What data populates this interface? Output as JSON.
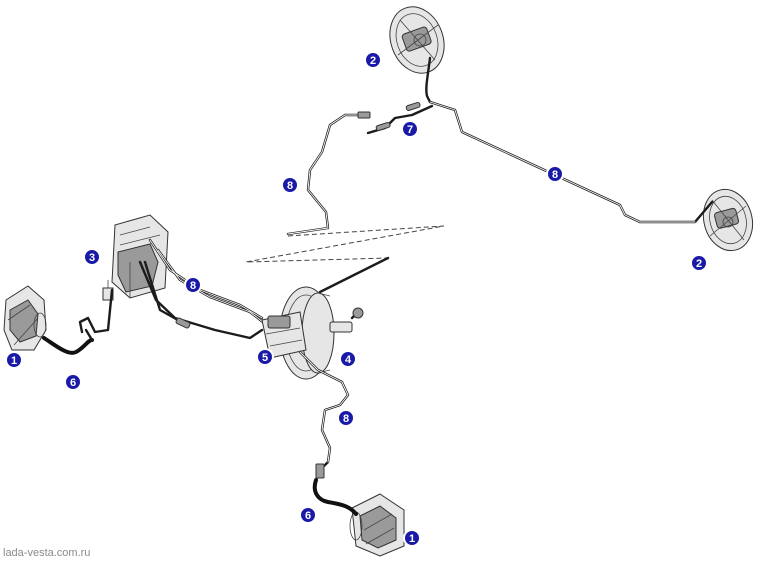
{
  "callouts": {
    "c1_left": "1",
    "c1_bottom": "1",
    "c2_top": "2",
    "c2_right": "2",
    "c3": "3",
    "c4": "4",
    "c5": "5",
    "c6_left": "6",
    "c6_bottom": "6",
    "c7": "7",
    "c8_top": "8",
    "c8_right": "8",
    "c8_middle": "8",
    "c8_bottom": "8"
  },
  "watermark": "lada-vesta.com.ru",
  "colors": {
    "callout_fill": "#1a1aa8",
    "line": "#1c1c1c"
  }
}
